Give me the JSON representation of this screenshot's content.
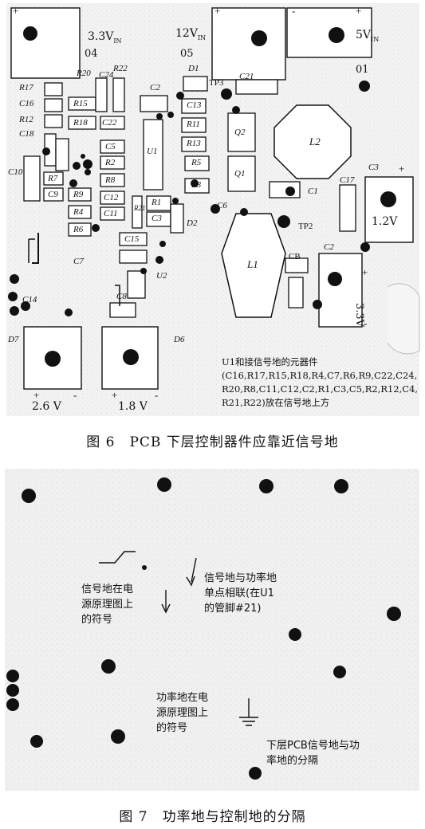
{
  "figure6": {
    "caption": "图 6　PCB 下层控制器件应靠近信号地",
    "connectors": {
      "v33": "3.3V",
      "v33_sub": "IN",
      "v12": "12V",
      "v12_sub": "IN",
      "v5": "5V",
      "v5_sub": "IN",
      "n04": "04",
      "n05": "05",
      "n01": "01",
      "v12out": "1.2V",
      "v33out": "3.3V",
      "v26": "2.6 V",
      "v18": "1.8 V",
      "plus": "+",
      "minus": "-"
    },
    "components": {
      "R17": "R17",
      "C16": "C16",
      "R12": "R12",
      "C18": "C18",
      "C10": "C10",
      "R20": "R20",
      "C24": "C24",
      "R22": "R22",
      "R15": "R15",
      "R18": "R18",
      "C22": "C22",
      "C5": "C5",
      "R2": "R2",
      "R8": "R8",
      "C12": "C12",
      "C11": "C11",
      "R7": "R7",
      "C9": "C9",
      "R9": "R9",
      "R4": "R4",
      "R6": "R6",
      "C7": "C7",
      "C2": "C2",
      "U1": "U1",
      "D1": "D1",
      "TP3": "TP3",
      "C21": "C21",
      "C13": "C13",
      "R11": "R11",
      "R13": "R13",
      "R5": "R5",
      "R3": "R3",
      "Q2": "Q2",
      "Q1": "Q1",
      "L2": "L2",
      "C1": "C1",
      "C17": "C17",
      "C3": "C3",
      "R1": "R1",
      "C3b": "C3",
      "R21": "R21",
      "D2": "D2",
      "C6": "C6",
      "TP2": "TP2",
      "C15": "C15",
      "U2": "U2",
      "C8": "C8",
      "C14": "C14",
      "L1": "L1",
      "CB": "CB",
      "C2b": "C2",
      "D7": "D7",
      "D6": "D6"
    },
    "note": {
      "line1": "U1和接信号地的元器件",
      "line2": "(C16,R17,R15,R18,R4,C7,R6,R9,C22,C24,",
      "line3": "R20,R8,C11,C12,C2,R1,C3,C5,R2,R12,C4,",
      "line4": "R21,R22)放在信号地上方"
    }
  },
  "figure7": {
    "caption": "图 7　功率地与控制地的分隔",
    "signal_ground_label": [
      "信号地在电",
      "源原理图上",
      "的符号"
    ],
    "single_point_label": [
      "信号地与功率地",
      "单点相联(在U1",
      "的管脚#21)"
    ],
    "power_ground_label": [
      "功率地在电",
      "源原理图上",
      "的符号"
    ],
    "separation_label": [
      "下层PCB信号地与功",
      "率地的分隔"
    ]
  }
}
